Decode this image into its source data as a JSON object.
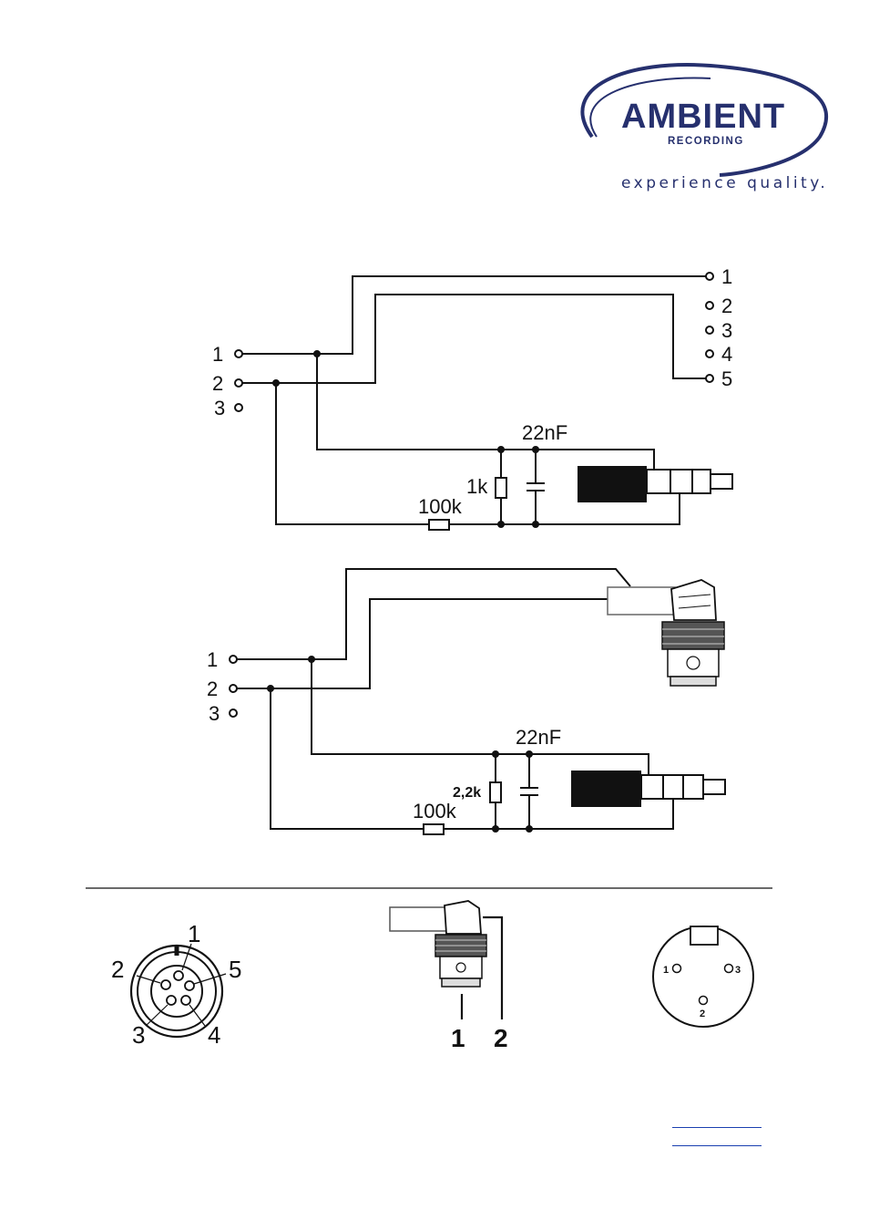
{
  "logo": {
    "brand": "AMBIENT",
    "sub": "RECORDING",
    "tagline": "experience quality.",
    "color": "#26306e"
  },
  "diagram1": {
    "left_pins": [
      "1",
      "2",
      "3"
    ],
    "right_pins": [
      "1",
      "2",
      "3",
      "4",
      "5"
    ],
    "capacitor": "22nF",
    "resistor_shunt": "1k",
    "resistor_series": "100k"
  },
  "diagram2": {
    "left_pins": [
      "1",
      "2",
      "3"
    ],
    "capacitor": "22nF",
    "resistor_shunt": "2,2k",
    "resistor_series": "100k"
  },
  "connectors": {
    "lemo_pins": [
      "1",
      "2",
      "3",
      "4",
      "5"
    ],
    "bnc_pins": [
      "1",
      "2"
    ],
    "xlr_pins": [
      "1",
      "2",
      "3"
    ]
  },
  "colors": {
    "line": "#111111",
    "link": "#1a3fb0"
  }
}
